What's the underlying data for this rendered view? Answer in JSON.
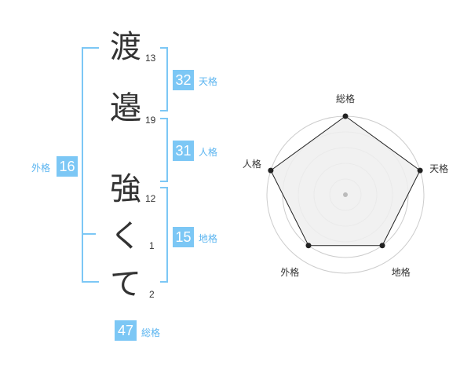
{
  "name": {
    "chars": [
      {
        "char": "渡",
        "strokes": "13"
      },
      {
        "char": "邉",
        "strokes": "19"
      },
      {
        "char": "強",
        "strokes": "12"
      },
      {
        "char": "く",
        "strokes": "1"
      },
      {
        "char": "て",
        "strokes": "2"
      }
    ]
  },
  "fortune": {
    "tenkaku": {
      "value": "32",
      "label": "天格"
    },
    "jinkaku": {
      "value": "31",
      "label": "人格"
    },
    "chikaku": {
      "value": "15",
      "label": "地格"
    },
    "gaikaku": {
      "value": "16",
      "label": "外格"
    },
    "soukaku": {
      "value": "47",
      "label": "総格"
    }
  },
  "colors": {
    "accent": "#7cc7f5",
    "accent_text": "#5ab4f0"
  },
  "chart_data": {
    "type": "radar",
    "axes": [
      "総格",
      "天格",
      "地格",
      "外格",
      "人格"
    ],
    "values": [
      5,
      5,
      4,
      4,
      5
    ],
    "max": 5,
    "rings": 5
  }
}
